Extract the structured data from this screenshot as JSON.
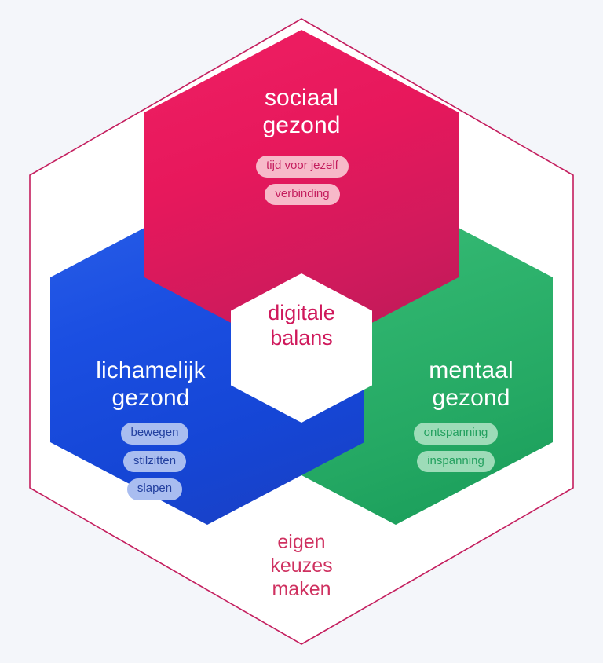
{
  "diagram": {
    "title": "digitale balans",
    "background_color": "#f4f6fa",
    "outer_frame": {
      "name": "outer-hexagon-frame",
      "fill": "#ffffff",
      "stroke": "#c41e5e"
    },
    "center": {
      "label": "digitale\nbalans",
      "text_color": "#cf185b",
      "fill": "#ffffff"
    },
    "caption": {
      "label": "eigen\nkeuzes\nmaken",
      "text_color": "#cf3160"
    },
    "lobes": [
      {
        "id": "sociaal",
        "label": "sociaal\ngezond",
        "color": "#e7185c",
        "color_dark": "#b81a57",
        "pill_background": "#f7b9c9",
        "pill_text_color": "#c41e5e",
        "pills": [
          "tijd voor jezelf",
          "verbinding"
        ]
      },
      {
        "id": "lichamelijk",
        "label": "lichamelijk\ngezond",
        "color": "#1b4fe2",
        "color_dark": "#1a3fc2",
        "pill_background": "#a9bdf0",
        "pill_text_color": "#23409f",
        "pills": [
          "bewegen",
          "stilzitten",
          "slapen"
        ]
      },
      {
        "id": "mentaal",
        "label": "mentaal\ngezond",
        "color": "#2fb46e",
        "color_dark": "#179b58",
        "pill_background": "#9ddcb8",
        "pill_text_color": "#23a05f",
        "pills": [
          "ontspanning",
          "inspanning"
        ]
      }
    ]
  }
}
